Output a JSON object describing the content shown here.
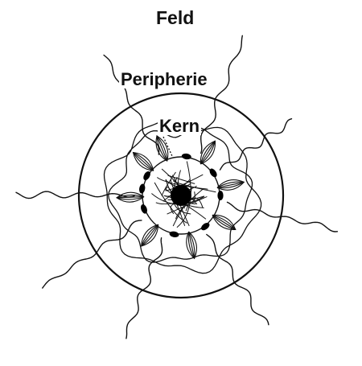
{
  "labels": {
    "outer": "Feld",
    "middle": "Peripherie",
    "inner": "Kern"
  }
}
